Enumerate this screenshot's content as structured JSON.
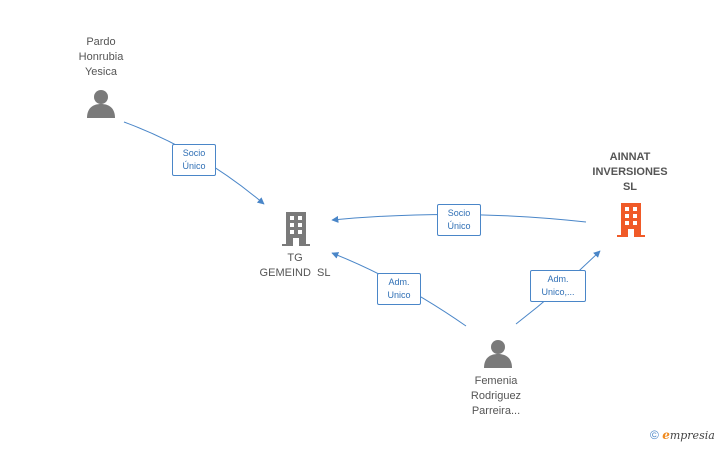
{
  "nodes": {
    "pardo": {
      "label_lines": [
        "Pardo",
        "Honrubia",
        "Yesica"
      ],
      "type": "person",
      "icon": "person-icon"
    },
    "tg": {
      "label_lines": [
        "TG",
        "GEMEIND  SL"
      ],
      "type": "company",
      "icon": "building-icon"
    },
    "ainnat": {
      "label_lines": [
        "AINNAT",
        "INVERSIONES",
        "SL"
      ],
      "type": "company",
      "icon": "building-icon",
      "highlight": true
    },
    "femenia": {
      "label_lines": [
        "Femenia",
        "Rodriguez",
        "Parreira..."
      ],
      "type": "person",
      "icon": "person-icon"
    }
  },
  "edges": [
    {
      "id": "e1",
      "from": "pardo",
      "to": "tg",
      "label_lines": [
        "Socio",
        "Único"
      ]
    },
    {
      "id": "e2",
      "from": "ainnat",
      "to": "tg",
      "label_lines": [
        "Socio",
        "Único"
      ]
    },
    {
      "id": "e3",
      "from": "femenia",
      "to": "tg",
      "label_lines": [
        "Adm.",
        "Unico"
      ]
    },
    {
      "id": "e4",
      "from": "femenia",
      "to": "ainnat",
      "label_lines": [
        "Adm.",
        "Unico,..."
      ]
    }
  ],
  "colors": {
    "edge": "#4a86c8",
    "person_icon": "#7a7a7a",
    "company_icon": "#7a7a7a",
    "highlight_icon": "#f05a28"
  },
  "watermark": {
    "symbol": "©",
    "brand_initial": "e",
    "brand_rest": "mpresia"
  }
}
